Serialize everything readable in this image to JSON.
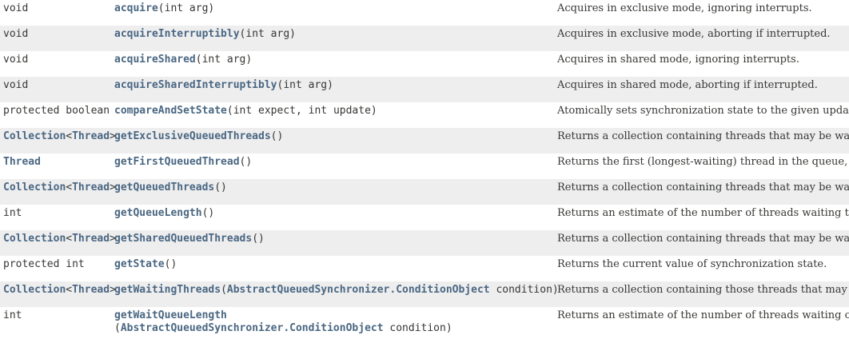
{
  "page": {
    "kind": "javadoc-method-summary",
    "class_context": "AbstractQueuedSynchronizer"
  },
  "colors": {
    "link": "#4A6782",
    "text": "#353833",
    "alt_row_bg": "#EEEEEF",
    "row_bg": "#FFFFFF"
  },
  "table": {
    "rows": [
      {
        "type": [
          {
            "t": "void",
            "link": false
          }
        ],
        "method": [
          {
            "t": "acquire",
            "link": true
          },
          {
            "t": "(int arg)",
            "link": false
          }
        ],
        "method_line2": [],
        "description": "Acquires in exclusive mode, ignoring interrupts."
      },
      {
        "type": [
          {
            "t": "void",
            "link": false
          }
        ],
        "method": [
          {
            "t": "acquireInterruptibly",
            "link": true
          },
          {
            "t": "(int arg)",
            "link": false
          }
        ],
        "method_line2": [],
        "description": "Acquires in exclusive mode, aborting if interrupted."
      },
      {
        "type": [
          {
            "t": "void",
            "link": false
          }
        ],
        "method": [
          {
            "t": "acquireShared",
            "link": true
          },
          {
            "t": "(int arg)",
            "link": false
          }
        ],
        "method_line2": [],
        "description": "Acquires in shared mode, ignoring interrupts."
      },
      {
        "type": [
          {
            "t": "void",
            "link": false
          }
        ],
        "method": [
          {
            "t": "acquireSharedInterruptibly",
            "link": true
          },
          {
            "t": "(int arg)",
            "link": false
          }
        ],
        "method_line2": [],
        "description": "Acquires in shared mode, aborting if interrupted."
      },
      {
        "type": [
          {
            "t": "protected boolean",
            "link": false
          }
        ],
        "method": [
          {
            "t": "compareAndSetState",
            "link": true
          },
          {
            "t": "(int expect, int update)",
            "link": false
          }
        ],
        "method_line2": [],
        "description": "Atomically sets synchronization state to the given updated value if the current state value equals the expected value."
      },
      {
        "type": [
          {
            "t": "Collection",
            "link": true
          },
          {
            "t": "<",
            "link": false
          },
          {
            "t": "Thread",
            "link": true
          },
          {
            "t": ">",
            "link": false
          }
        ],
        "method": [
          {
            "t": "getExclusiveQueuedThreads",
            "link": true
          },
          {
            "t": "()",
            "link": false
          }
        ],
        "method_line2": [],
        "description": "Returns a collection containing threads that may be waiting to acquire in exclusive mode."
      },
      {
        "type": [
          {
            "t": "Thread",
            "link": true
          }
        ],
        "method": [
          {
            "t": "getFirstQueuedThread",
            "link": true
          },
          {
            "t": "()",
            "link": false
          }
        ],
        "method_line2": [],
        "description": "Returns the first (longest-waiting) thread in the queue, or null if no threads are currently queued."
      },
      {
        "type": [
          {
            "t": "Collection",
            "link": true
          },
          {
            "t": "<",
            "link": false
          },
          {
            "t": "Thread",
            "link": true
          },
          {
            "t": ">",
            "link": false
          }
        ],
        "method": [
          {
            "t": "getQueuedThreads",
            "link": true
          },
          {
            "t": "()",
            "link": false
          }
        ],
        "method_line2": [],
        "description": "Returns a collection containing threads that may be waiting to acquire."
      },
      {
        "type": [
          {
            "t": "int",
            "link": false
          }
        ],
        "method": [
          {
            "t": "getQueueLength",
            "link": true
          },
          {
            "t": "()",
            "link": false
          }
        ],
        "method_line2": [],
        "description": "Returns an estimate of the number of threads waiting to acquire."
      },
      {
        "type": [
          {
            "t": "Collection",
            "link": true
          },
          {
            "t": "<",
            "link": false
          },
          {
            "t": "Thread",
            "link": true
          },
          {
            "t": ">",
            "link": false
          }
        ],
        "method": [
          {
            "t": "getSharedQueuedThreads",
            "link": true
          },
          {
            "t": "()",
            "link": false
          }
        ],
        "method_line2": [],
        "description": "Returns a collection containing threads that may be waiting to acquire in shared mode."
      },
      {
        "type": [
          {
            "t": "protected int",
            "link": false
          }
        ],
        "method": [
          {
            "t": "getState",
            "link": true
          },
          {
            "t": "()",
            "link": false
          }
        ],
        "method_line2": [],
        "description": "Returns the current value of synchronization state."
      },
      {
        "type": [
          {
            "t": "Collection",
            "link": true
          },
          {
            "t": "<",
            "link": false
          },
          {
            "t": "Thread",
            "link": true
          },
          {
            "t": ">",
            "link": false
          }
        ],
        "method": [
          {
            "t": "getWaitingThreads",
            "link": true
          },
          {
            "t": "(",
            "link": false
          },
          {
            "t": "AbstractQueuedSynchronizer.ConditionObject",
            "link": true
          },
          {
            "t": " condition)",
            "link": false
          }
        ],
        "method_line2": [],
        "description": "Returns a collection containing those threads that may be waiting on the given condition associated with this synchronizer."
      },
      {
        "type": [
          {
            "t": "int",
            "link": false
          }
        ],
        "method": [
          {
            "t": "getWaitQueueLength",
            "link": true
          }
        ],
        "method_line2": [
          {
            "t": "(",
            "link": false
          },
          {
            "t": "AbstractQueuedSynchronizer.ConditionObject",
            "link": true
          },
          {
            "t": " condition)",
            "link": false
          }
        ],
        "description": "Returns an estimate of the number of threads waiting on the given condition associated with this synchronizer."
      }
    ]
  }
}
